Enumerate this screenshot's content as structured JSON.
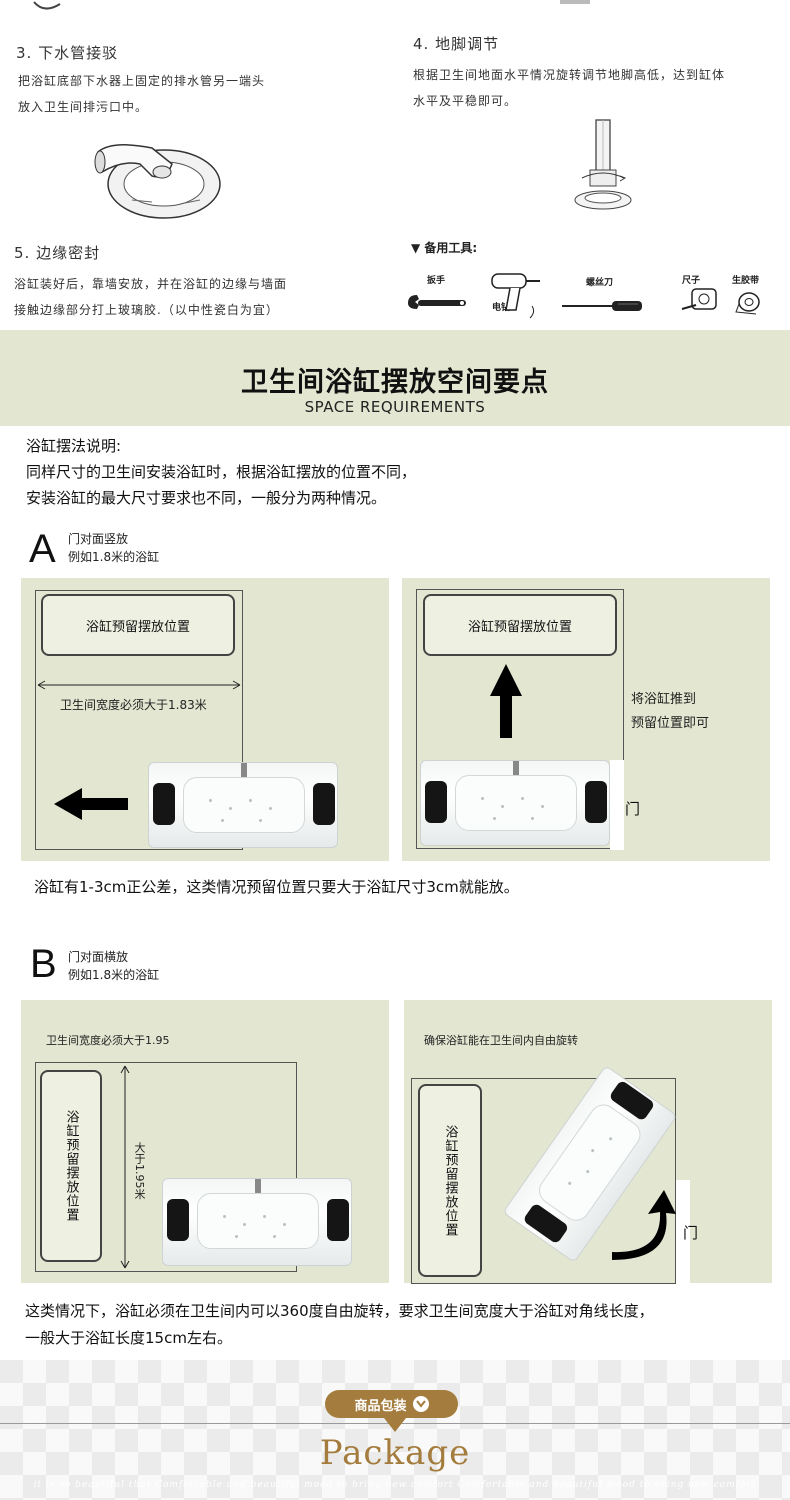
{
  "steps": {
    "step3": {
      "title": "3. 下水管接驳",
      "line1": "把浴缸底部下水器上固定的排水管另一端头",
      "line2": "放入卫生间排污口中。"
    },
    "step4": {
      "title": "4. 地脚调节",
      "line1": "根据卫生间地面水平情况旋转调节地脚高低，达到缸体",
      "line2": "水平及平稳即可。"
    },
    "step5": {
      "title": "5. 边缘密封",
      "line1": "浴缸装好后，靠墙安放，并在浴缸的边缘与墙面",
      "line2": "接触边缘部分打上玻璃胶.（以中性瓷白为宜）"
    }
  },
  "tools": {
    "heading": "▼ 备用工具:",
    "wrench": "扳手",
    "drill": "电钻",
    "screwdriver": "螺丝刀",
    "tape": "尺子",
    "ptfe": "生胶带"
  },
  "section": {
    "title": "卫生间浴缸摆放空间要点",
    "subtitle": "SPACE REQUIREMENTS"
  },
  "intro": {
    "line1": "浴缸摆法说明:",
    "line2": "同样尺寸的卫生间安装浴缸时，根据浴缸摆放的位置不同，",
    "line3": "安装浴缸的最大尺寸要求也不同，一般分为两种情况。"
  },
  "caseA": {
    "letter": "A",
    "desc1": "门对面竖放",
    "desc2": "例如1.8米的浴缸",
    "reserve": "浴缸预留摆放位置",
    "width_note": "卫生间宽度必须大于1.83米",
    "push1": "将浴缸推到",
    "push2": "预留位置即可",
    "door": "门",
    "caption": "浴缸有1-3cm正公差，这类情况预留位置只要大于浴缸尺寸3cm就能放。"
  },
  "caseB": {
    "letter": "B",
    "desc1": "门对面横放",
    "desc2": "例如1.8米的浴缸",
    "width_note": "卫生间宽度必须大于1.95",
    "height_note": "大于1.95米",
    "reserve": "浴缸预留摆放位置",
    "rotate_note": "确保浴缸能在卫生间内自由旋转",
    "door": "门",
    "caption1": "这类情况下，浴缸必须在卫生间内可以360度自由旋转，要求卫生间宽度大于浴缸对角线长度，",
    "caption2": "一般大于浴缸长度15cm左右。"
  },
  "package": {
    "pill": "商品包装",
    "word": "Package",
    "slogan": "it is so beautiful that Comfortable and beautiful mood to bring new comfort Comfortable and beautiful mood to bring new comfort"
  },
  "colors": {
    "panel": "#e3e7d1",
    "accent": "#a47c3d"
  }
}
